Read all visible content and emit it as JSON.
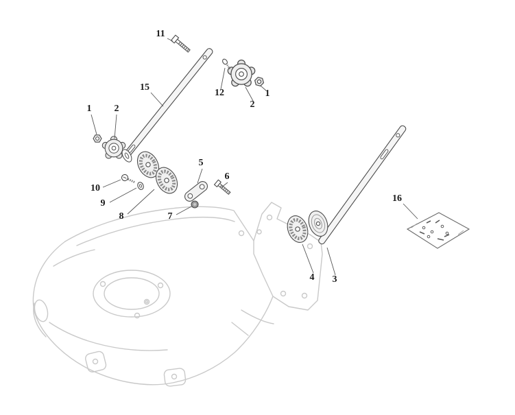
{
  "colors": {
    "background": "#ffffff",
    "part_line": "#4a4a4a",
    "deck_line": "#c9c9c9",
    "leader": "#555555",
    "label": "#1a1a1a"
  },
  "callouts": [
    {
      "label": "1",
      "points_to": "flange-nut-left"
    },
    {
      "label": "2",
      "points_to": "handle-knob-left"
    },
    {
      "label": "10",
      "points_to": "screw"
    },
    {
      "label": "9",
      "points_to": "washer"
    },
    {
      "label": "8",
      "points_to": "serrated-clamp-discs"
    },
    {
      "label": "7",
      "points_to": "cap-nut"
    },
    {
      "label": "5",
      "points_to": "link-lever"
    },
    {
      "label": "6",
      "points_to": "bolt"
    },
    {
      "label": "11",
      "points_to": "carriage-bolt"
    },
    {
      "label": "15",
      "points_to": "lower-handle-left"
    },
    {
      "label": "12",
      "points_to": "small-screw"
    },
    {
      "label": "2",
      "points_to": "handle-knob-right"
    },
    {
      "label": "1",
      "points_to": "flange-nut-right"
    },
    {
      "label": "4",
      "points_to": "serrated-disc-right"
    },
    {
      "label": "3",
      "points_to": "lower-handle-right"
    },
    {
      "label": "16",
      "points_to": "fastener-kit-bag"
    }
  ]
}
